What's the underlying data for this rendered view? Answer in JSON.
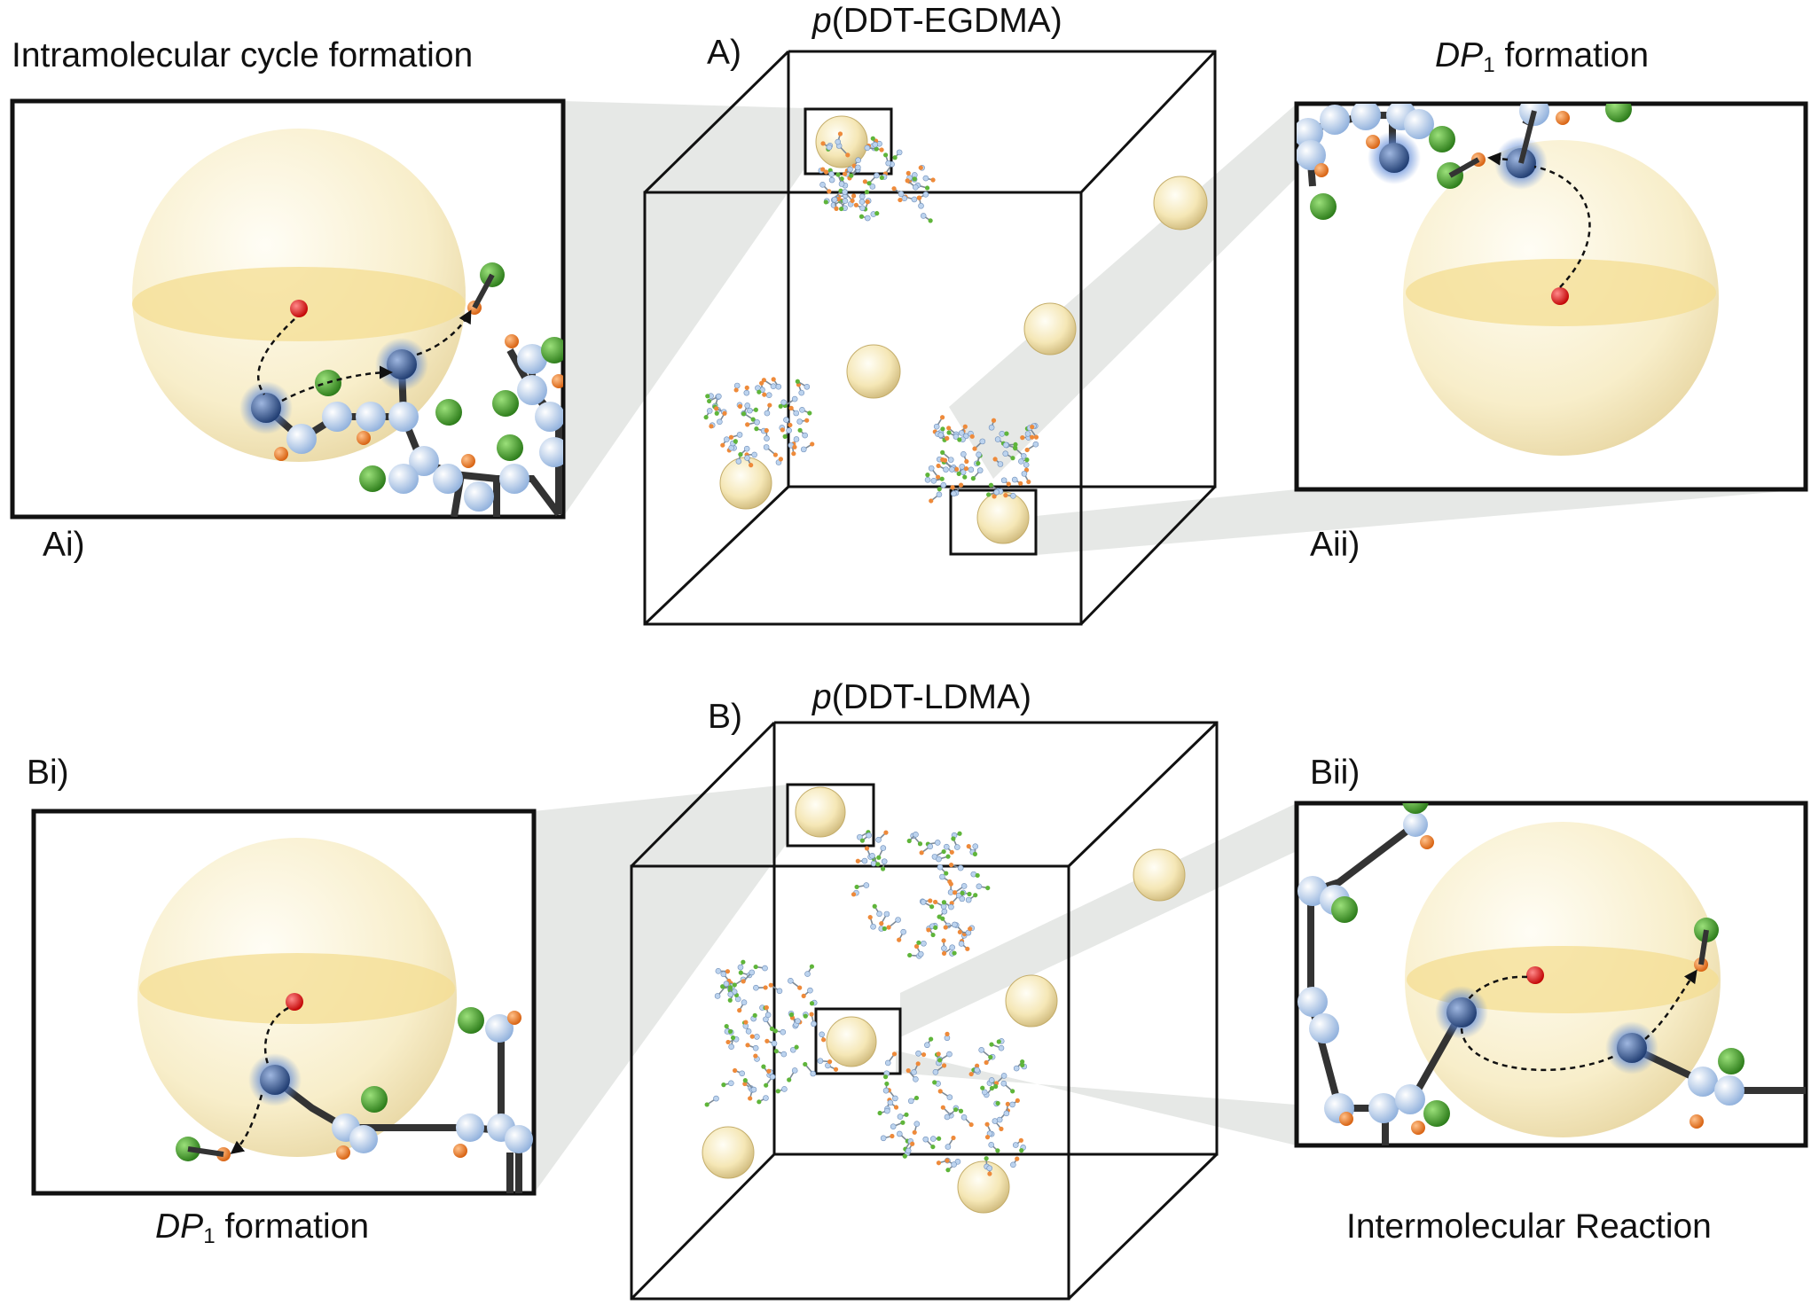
{
  "labels": {
    "top_left_title": "Intramolecular cycle formation",
    "top_center_prefix": "p",
    "top_center_title": "(DDT-EGDMA)",
    "top_right_title_italic": "DP",
    "top_right_sub": "1",
    "top_right_suffix": " formation",
    "panel_A": "A)",
    "panel_Ai": "Ai)",
    "panel_Aii": "Aii)",
    "bottom_center_prefix": "p",
    "bottom_center_title": "(DDT-LDMA)",
    "panel_B": "B)",
    "panel_Bi": "Bi)",
    "panel_Bii": "Bii)",
    "bottom_left_caption_italic": "DP",
    "bottom_left_caption_sub": "1",
    "bottom_left_caption_suffix": " formation",
    "bottom_right_caption": "Intermolecular Reaction"
  },
  "colors": {
    "sphere_fill": "#f6e9b8",
    "equator": "#f2d77a",
    "bead_light": "#bcd3ee",
    "bead_dark": "#2f4f86",
    "radical": "#e01010",
    "green_atom": "#3f9a2a",
    "orange_atom": "#e8731c",
    "projection": "#e4e6e4"
  }
}
